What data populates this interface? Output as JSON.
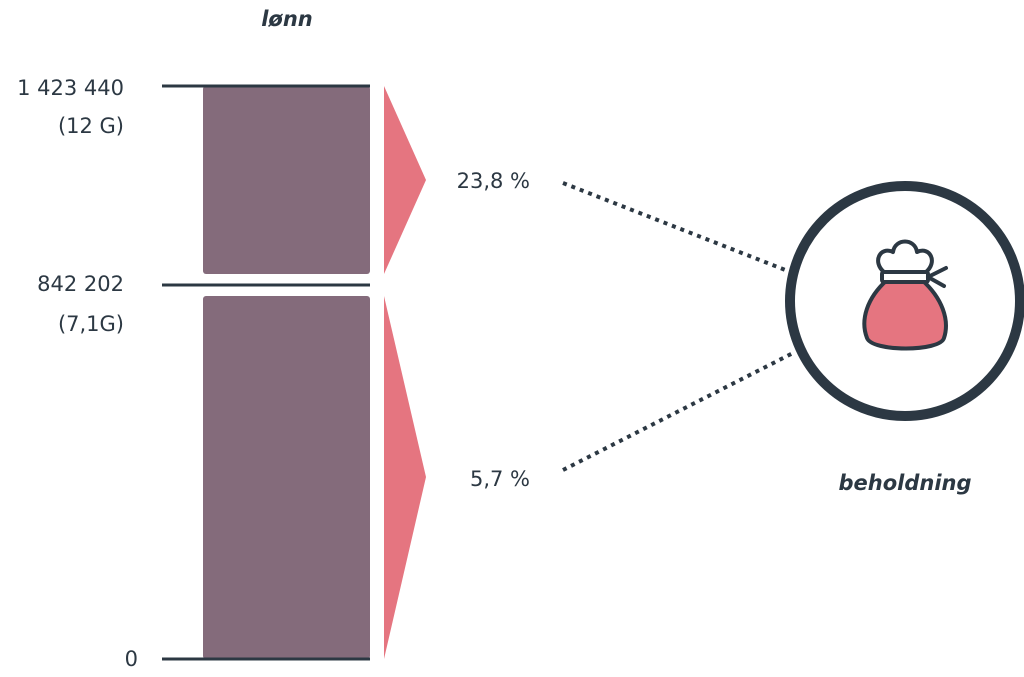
{
  "title": "lønn",
  "colors": {
    "bar": "#846b7b",
    "arrow": "#e57580",
    "ink": "#2c3843",
    "background": "#ffffff"
  },
  "axis": {
    "max_value": 1423440,
    "top_label": "1 423 440",
    "top_sub": "(12 G)",
    "mid_value": 842202,
    "mid_label": "842 202",
    "mid_sub": "(7,1G)",
    "zero_label": "0"
  },
  "rates": {
    "upper": "23,8 %",
    "lower": "5,7 %"
  },
  "holding": {
    "label": "beholdning",
    "icon": "money-bag-icon"
  }
}
